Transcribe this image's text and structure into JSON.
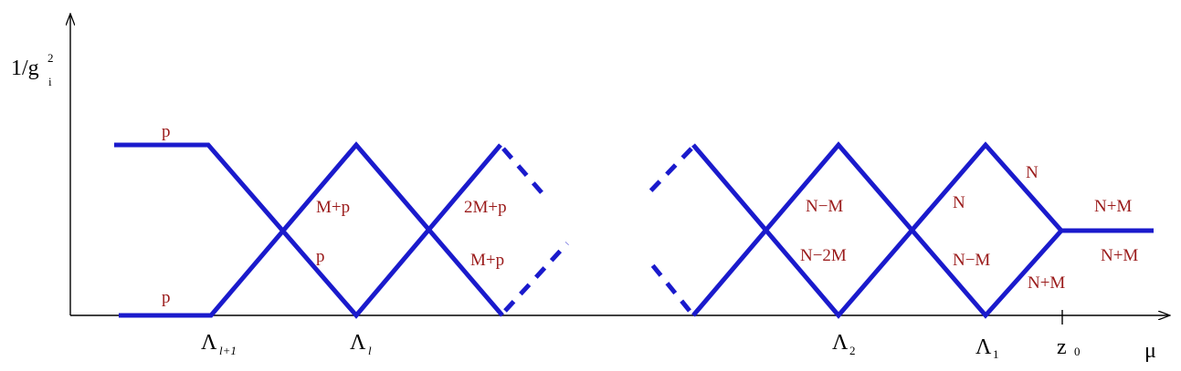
{
  "y_axis": {
    "label": "1/g",
    "sup": "2",
    "sub": "i"
  },
  "x_axis": {
    "label": "μ"
  },
  "scales": [
    {
      "id": "lambda_l1",
      "sym": "Λ",
      "sub": "l+1"
    },
    {
      "id": "lambda_l",
      "sym": "Λ",
      "sub": "l"
    },
    {
      "id": "lambda_2",
      "sym": "Λ",
      "sub": "2"
    },
    {
      "id": "lambda_1",
      "sym": "Λ",
      "sub": "1"
    },
    {
      "id": "z0",
      "sym": "z",
      "sub": "0"
    }
  ],
  "regions": {
    "p_top": "p",
    "p_bottom": "p",
    "mp_upper_1": "M+p",
    "p_lower_1": "p",
    "twomp_upper": "2M+p",
    "mp_lower": "M+p",
    "n_minus_m_upper": "N−M",
    "n_minus_2m": "N−2M",
    "n_inner": "N",
    "n_minus_m_lower": "N−M",
    "n_outer": "N",
    "n_plus_m_inner": "N+M",
    "n_plus_m_top": "N+M",
    "n_plus_m_bottom": "N+M"
  }
}
